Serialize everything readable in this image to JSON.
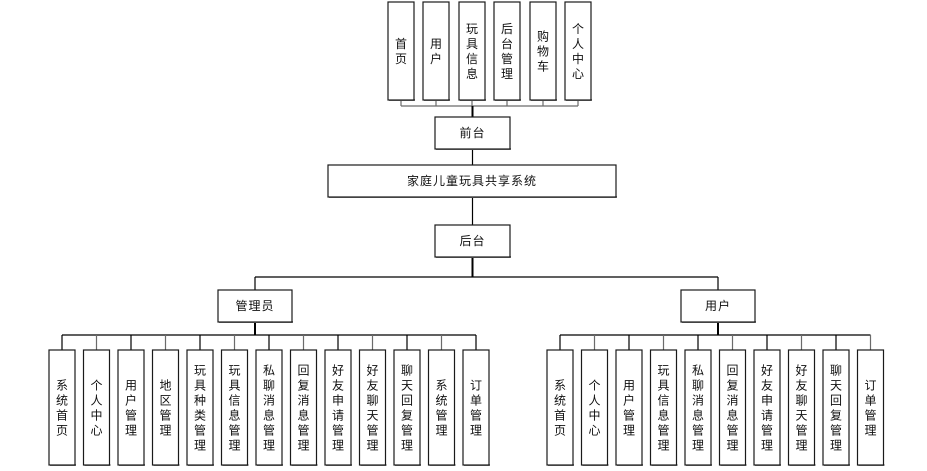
{
  "diagram": {
    "title": "家庭儿童玩具共享系统",
    "frontend": {
      "label": "前台",
      "children": [
        "首页",
        "用户",
        "玩具信息",
        "后台管理",
        "购物车",
        "个人中心"
      ]
    },
    "backend": {
      "label": "后台",
      "roles": [
        {
          "label": "管理员",
          "children": [
            "系统首页",
            "个人中心",
            "用户管理",
            "地区管理",
            "玩具种类管理",
            "玩具信息管理",
            "私聊消息管理",
            "回复消息管理",
            "好友申请管理",
            "好友聊天管理",
            "聊天回复管理",
            "系统管理",
            "订单管理"
          ]
        },
        {
          "label": "用户",
          "children": [
            "系统首页",
            "个人中心",
            "用户管理",
            "玩具信息管理",
            "私聊消息管理",
            "回复消息管理",
            "好友申请管理",
            "好友聊天管理",
            "聊天回复管理",
            "订单管理"
          ]
        }
      ]
    }
  }
}
